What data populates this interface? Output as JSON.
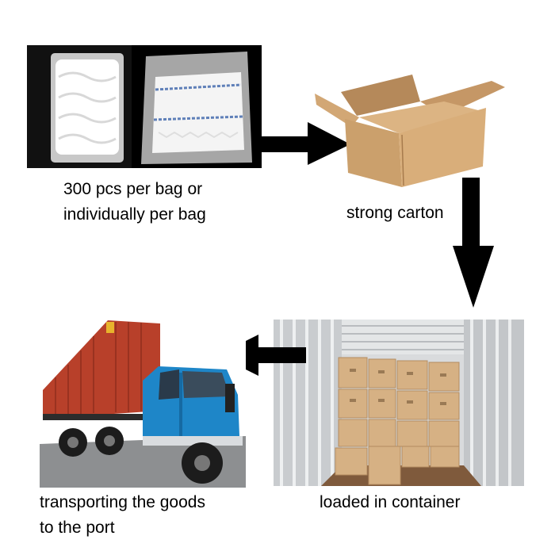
{
  "steps": [
    {
      "caption_lines": [
        "300 pcs per bag or",
        "individually per bag"
      ]
    },
    {
      "caption_lines": [
        "strong carton"
      ]
    },
    {
      "caption_lines": [
        "loaded in container"
      ]
    },
    {
      "caption_lines": [
        "transporting the goods",
        "to the port"
      ]
    }
  ],
  "colors": {
    "arrow": "#000000",
    "photo_background_dark": "#111111",
    "cardboard": "#c99d68",
    "container_red": "#b8402a",
    "truck_blue": "#1e86c8"
  },
  "icons": {
    "bag_photo": "bagged-gauze-photo",
    "carton": "open-cardboard-box-photo",
    "container": "container-interior-photo",
    "truck": "container-truck-photo"
  }
}
